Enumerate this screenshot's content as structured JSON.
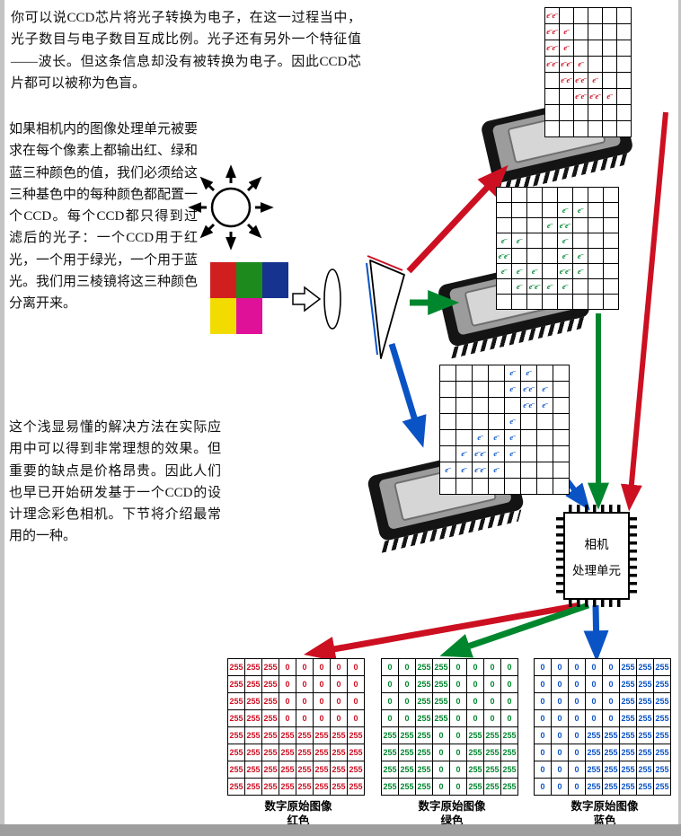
{
  "paragraphs": {
    "p1": "你可以说CCD芯片将光子转换为电子，在这一过程当中，光子数目与电子数目互成比例。光子还有另外一个特征值——波长。但这条信息却没有被转换为电子。因此CCD芯片都可以被称为色盲。",
    "p2": "如果相机内的图像处理单元被要求在每个像素上都输出红、绿和蓝三种颜色的值，我们必须给这三种基色中的每种颜色都配置一个CCD。每个CCD都只得到过滤后的光子：一个CCD用于红光，一个用于绿光，一个用于蓝光。我们用三棱镜将这三种颜色分离开来。",
    "p3": "这个浅显易懂的解决方法在实际应用中可以得到非常理想的效果。但重要的缺点是价格昂贵。因此人们也早已开始研发基于一个CCD的设计理念彩色相机。下节将介绍最常用的一种。"
  },
  "colors": {
    "red": "#cc1022",
    "green": "#00872e",
    "blue": "#0a53c4"
  },
  "source_image": {
    "cells": [
      "#d01f1f",
      "#1d8a1d",
      "#16338f",
      "#f2dc00",
      "#e01199",
      "#ffffff"
    ]
  },
  "electron": {
    "symbol": "e⁻"
  },
  "ccd_grids": [
    {
      "id": "red",
      "color": "#cc1022",
      "cols": 6,
      "rows": 8,
      "pattern": [
        "2.....",
        "21....",
        "21....",
        "221...",
        ".221..",
        "..221.",
        "......",
        "......"
      ]
    },
    {
      "id": "green",
      "color": "#00872e",
      "cols": 8,
      "rows": 8,
      "pattern": [
        "........",
        "....11..",
        "...12...",
        "11..1...",
        "2...11..",
        "111.21..",
        ".1211...",
        "........"
      ]
    },
    {
      "id": "blue",
      "color": "#0a53c4",
      "cols": 8,
      "rows": 8,
      "pattern": [
        "....11..",
        "....121.",
        ".....21.",
        "....1...",
        "..111...",
        ".1211...",
        "1121....",
        "........"
      ]
    }
  ],
  "processor": {
    "line1": "相机",
    "line2": "处理单元"
  },
  "matrices": [
    {
      "id": "red",
      "color": "#cc1022",
      "label_line1": "数字原始图像",
      "label_line2": "红色",
      "rows": [
        [
          255,
          255,
          255,
          0,
          0,
          0,
          0,
          0
        ],
        [
          255,
          255,
          255,
          0,
          0,
          0,
          0,
          0
        ],
        [
          255,
          255,
          255,
          0,
          0,
          0,
          0,
          0
        ],
        [
          255,
          255,
          255,
          0,
          0,
          0,
          0,
          0
        ],
        [
          255,
          255,
          255,
          255,
          255,
          255,
          255,
          255
        ],
        [
          255,
          255,
          255,
          255,
          255,
          255,
          255,
          255
        ],
        [
          255,
          255,
          255,
          255,
          255,
          255,
          255,
          255
        ],
        [
          255,
          255,
          255,
          255,
          255,
          255,
          255,
          255
        ]
      ]
    },
    {
      "id": "green",
      "color": "#00872e",
      "label_line1": "数字原始图像",
      "label_line2": "绿色",
      "rows": [
        [
          0,
          0,
          255,
          255,
          0,
          0,
          0,
          0
        ],
        [
          0,
          0,
          255,
          255,
          0,
          0,
          0,
          0
        ],
        [
          0,
          0,
          255,
          255,
          0,
          0,
          0,
          0
        ],
        [
          0,
          0,
          255,
          255,
          0,
          0,
          0,
          0
        ],
        [
          255,
          255,
          255,
          0,
          0,
          255,
          255,
          255
        ],
        [
          255,
          255,
          255,
          0,
          0,
          255,
          255,
          255
        ],
        [
          255,
          255,
          255,
          0,
          0,
          255,
          255,
          255
        ],
        [
          255,
          255,
          255,
          0,
          0,
          255,
          255,
          255
        ]
      ]
    },
    {
      "id": "blue",
      "color": "#0a53c4",
      "label_line1": "数字原始图像",
      "label_line2": "蓝色",
      "rows": [
        [
          0,
          0,
          0,
          0,
          0,
          255,
          255,
          255
        ],
        [
          0,
          0,
          0,
          0,
          0,
          255,
          255,
          255
        ],
        [
          0,
          0,
          0,
          0,
          0,
          255,
          255,
          255
        ],
        [
          0,
          0,
          0,
          0,
          0,
          255,
          255,
          255
        ],
        [
          0,
          0,
          0,
          255,
          255,
          255,
          255,
          255
        ],
        [
          0,
          0,
          0,
          255,
          255,
          255,
          255,
          255
        ],
        [
          0,
          0,
          0,
          255,
          255,
          255,
          255,
          255
        ],
        [
          0,
          0,
          0,
          255,
          255,
          255,
          255,
          255
        ]
      ]
    }
  ]
}
